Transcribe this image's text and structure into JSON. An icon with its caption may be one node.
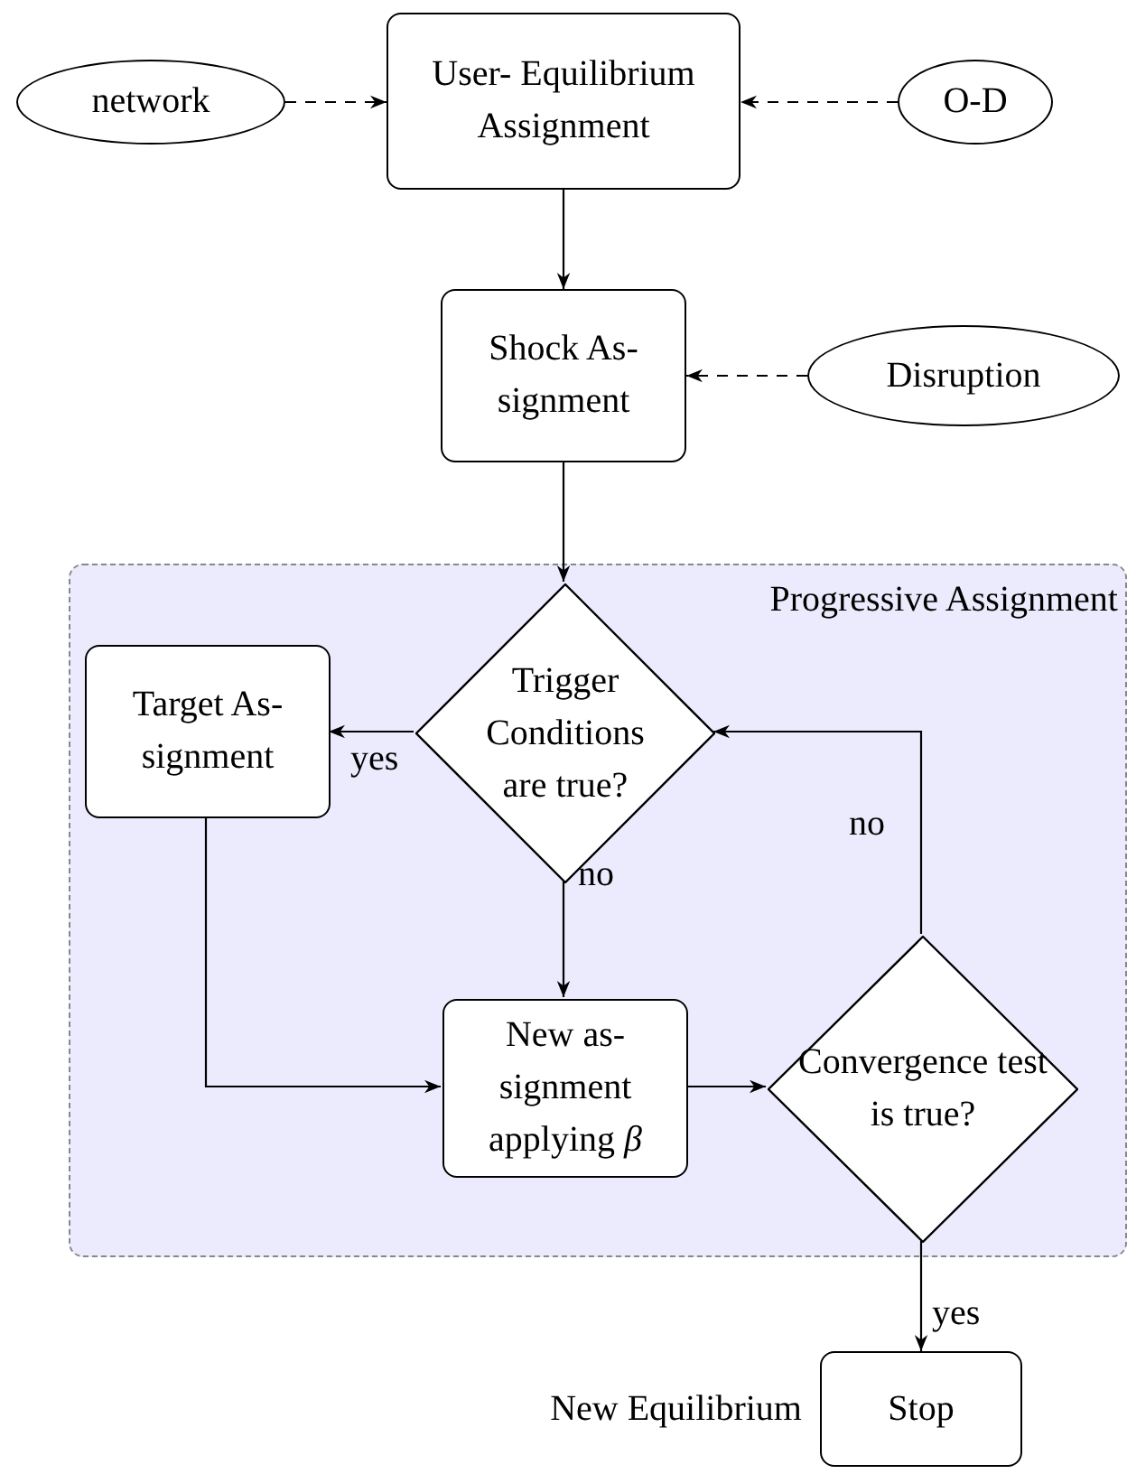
{
  "diagram": {
    "nodes": [
      {
        "text": [
          "network"
        ]
      },
      {
        "text": [
          "User- Equilibrium Assignment"
        ]
      },
      {
        "text": [
          "O-D"
        ]
      },
      {
        "text": [
          "Shock As- signment"
        ]
      },
      {
        "text": [
          "Disruption"
        ]
      },
      {
        "text": [
          "Progressive Assignment"
        ]
      },
      {
        "text": [
          "Trigger Conditions are true?"
        ],
        "in": 5
      },
      {
        "text": [
          "Target As- signment"
        ],
        "in": 5
      },
      {
        "text": [
          "New as- signment applying *β*"
        ],
        "in": 5
      },
      {
        "text": [
          "Convergence test is true?"
        ],
        "in": 5
      },
      {
        "text": [
          "Stop"
        ],
        "beside": [
          "New Equilibrium"
        ]
      }
    ],
    "edges": [
      {
        "from": 0,
        "to": 1,
        "arrow": "to",
        "style": "dashed"
      },
      {
        "from": 2,
        "to": 1,
        "arrow": "to",
        "style": "dashed"
      },
      {
        "from": 1,
        "to": 3,
        "arrow": "to"
      },
      {
        "from": 4,
        "to": 3,
        "arrow": "to",
        "style": "dashed"
      },
      {
        "from": 3,
        "to": 6,
        "arrow": "to"
      },
      {
        "from": 6,
        "to": 7,
        "arrow": "to",
        "label": "yes"
      },
      {
        "from": 6,
        "to": 8,
        "arrow": "to",
        "label": "no"
      },
      {
        "from": 7,
        "to": 8,
        "arrow": "to"
      },
      {
        "from": 8,
        "to": 9,
        "arrow": "to"
      },
      {
        "from": 9,
        "to": 6,
        "arrow": "to",
        "label": "no"
      },
      {
        "from": 9,
        "to": 10,
        "arrow": "to",
        "label": "yes"
      }
    ]
  }
}
